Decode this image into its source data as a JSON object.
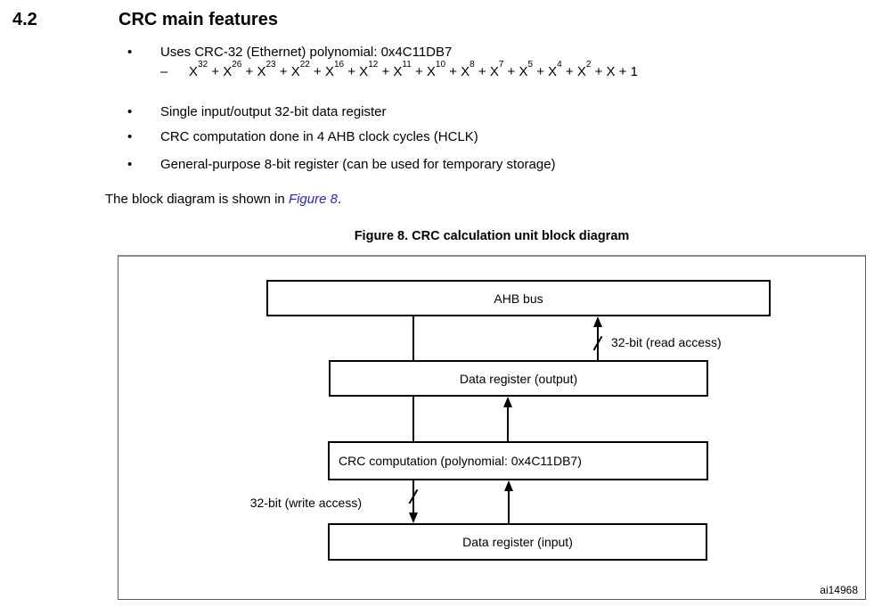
{
  "colors": {
    "link": "#2424D6",
    "text": "#000000"
  },
  "bullet_char": "•",
  "dash_char": "–",
  "heading": {
    "number": "4.2",
    "title": "CRC main features"
  },
  "bullets": [
    "Uses CRC-32 (Ethernet) polynomial: 0x4C11DB7",
    "Single input/output 32-bit data register",
    "CRC computation done in 4 AHB clock cycles (HCLK)",
    "General-purpose 8-bit register (can be used for temporary storage)"
  ],
  "polynomial": {
    "base": "X",
    "exponents": [
      "32",
      "26",
      "23",
      "22",
      "16",
      "12",
      "11",
      "10",
      "8",
      "7",
      "5",
      "4",
      "2"
    ],
    "tail": "X + 1"
  },
  "paragraph": {
    "prefix": "The block diagram is shown in ",
    "link": "Figure 8",
    "suffix": "."
  },
  "figure": {
    "title": "Figure 8. CRC calculation unit block diagram",
    "blocks": {
      "ahb": "AHB bus",
      "data_out": "Data register (output)",
      "crc_comp": "CRC computation (polynomial: 0x4C11DB7)",
      "data_in": "Data register (input)"
    },
    "labels": {
      "read": "32-bit (read access)",
      "write": "32-bit (write access)"
    },
    "watermark": "ai14968"
  }
}
